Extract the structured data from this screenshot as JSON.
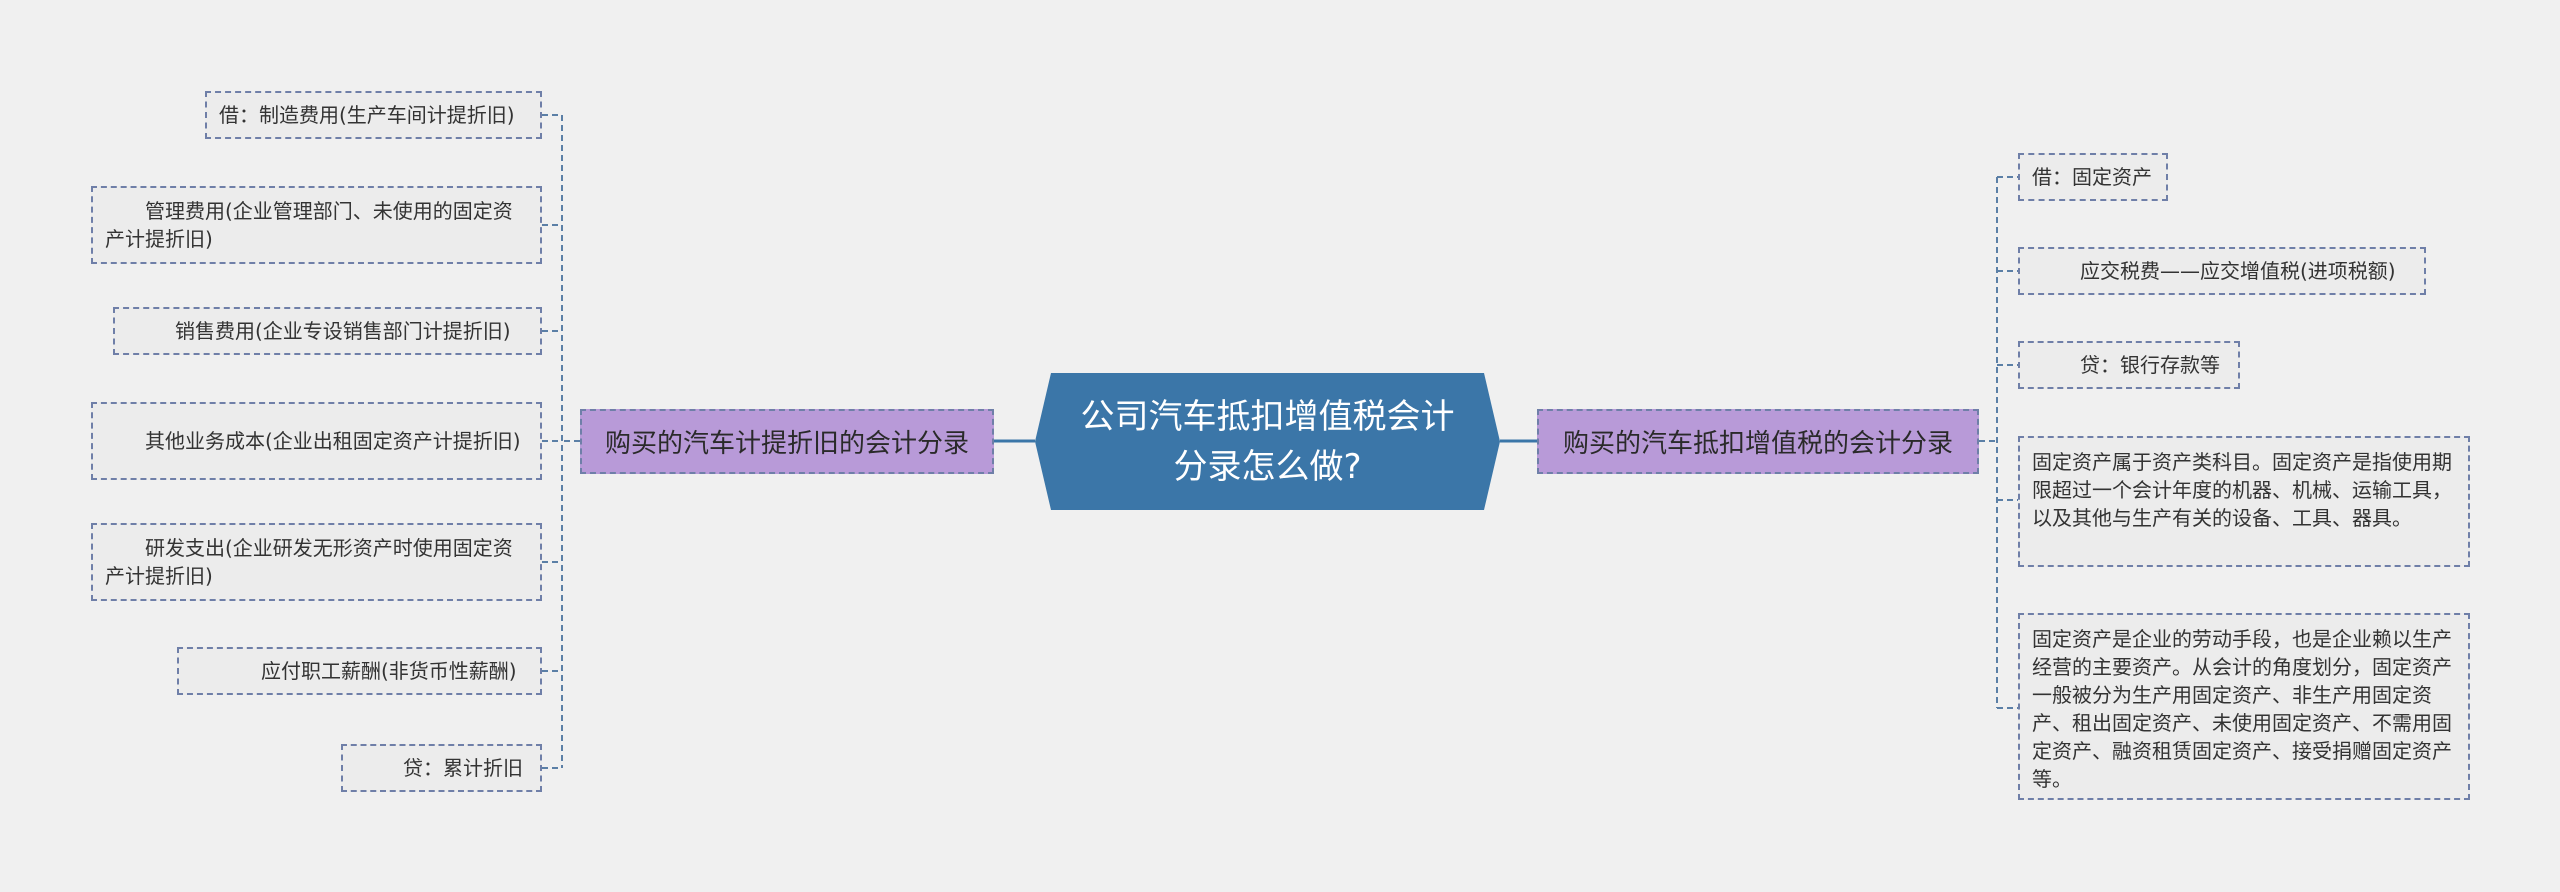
{
  "root": {
    "title": "公司汽车抵扣增值税会计分录怎么做?"
  },
  "left_branch": {
    "label": "购买的汽车计提折旧的会计分录",
    "items": [
      "借：制造费用(生产车间计提折旧)",
      "管理费用(企业管理部门、未使用的固定资产计提折旧)",
      "销售费用(企业专设销售部门计提折旧)",
      "其他业务成本(企业出租固定资产计提折旧)",
      "研发支出(企业研发无形资产时使用固定资产计提折旧)",
      "应付职工薪酬(非货币性薪酬)",
      "贷：累计折旧"
    ]
  },
  "right_branch": {
    "label": "购买的汽车抵扣增值税的会计分录",
    "items": [
      "借：固定资产",
      "应交税费——应交增值税(进项税额)",
      "贷：银行存款等",
      "固定资产属于资产类科目。固定资产是指使用期限超过一个会计年度的机器、机械、运输工具，以及其他与生产有关的设备、工具、器具。",
      "固定资产是企业的劳动手段，也是企业赖以生产经营的主要资产。从会计的角度划分，固定资产一般被分为生产用固定资产、非生产用固定资产、租出固定资产、未使用固定资产、不需用固定资产、融资租赁固定资产、接受捐赠固定资产等。"
    ]
  },
  "colors": {
    "background": "#f0f0f0",
    "root_fill": "#3b76a8",
    "branch_fill": "#b89ad8",
    "leaf_fill": "#ececec",
    "dashed_border": "#6f7fa8",
    "connector": "#5b7fa6"
  }
}
